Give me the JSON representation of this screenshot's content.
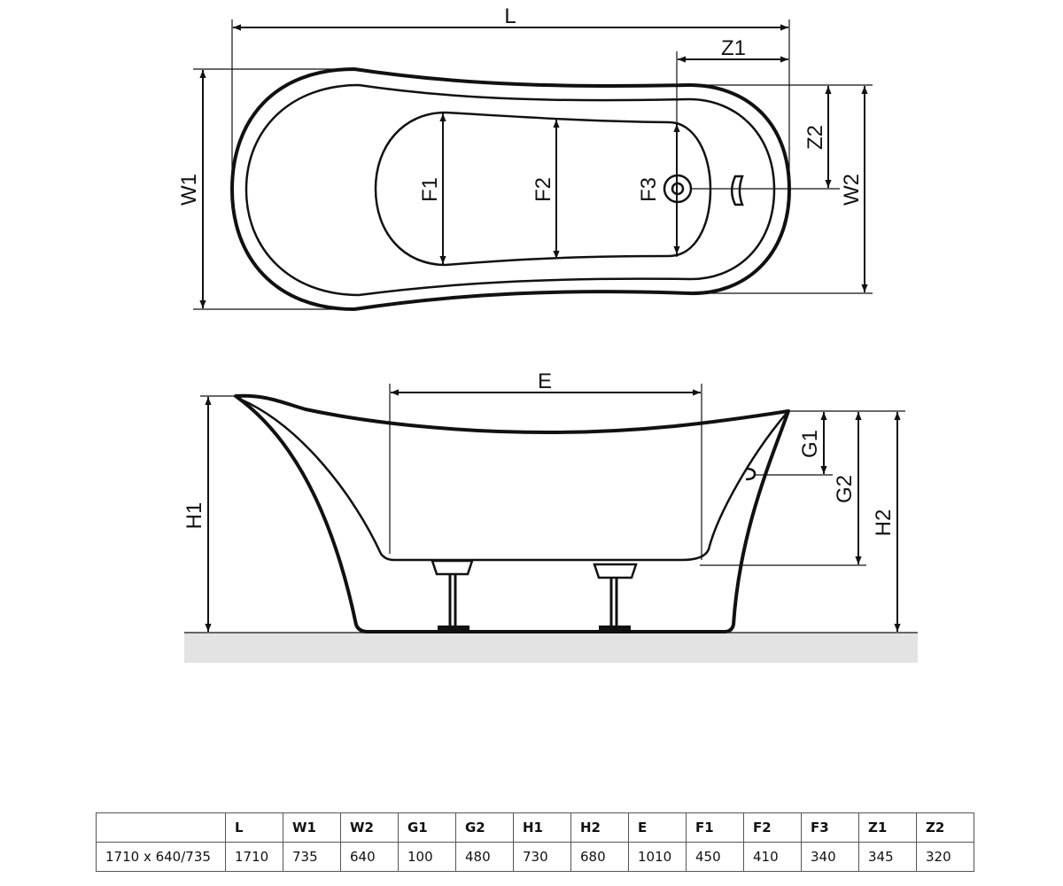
{
  "labels": {
    "L": "L",
    "Z1": "Z1",
    "Z2": "Z2",
    "W1": "W1",
    "W2": "W2",
    "F1": "F1",
    "F2": "F2",
    "F3": "F3",
    "E": "E",
    "G1": "G1",
    "G2": "G2",
    "H1": "H1",
    "H2": "H2"
  },
  "table": {
    "header": [
      "",
      "L",
      "W1",
      "W2",
      "G1",
      "G2",
      "H1",
      "H2",
      "E",
      "F1",
      "F2",
      "F3",
      "Z1",
      "Z2"
    ],
    "row": [
      "1710 x 640/735",
      "1710",
      "735",
      "640",
      "100",
      "480",
      "730",
      "680",
      "1010",
      "450",
      "410",
      "340",
      "345",
      "320"
    ]
  }
}
